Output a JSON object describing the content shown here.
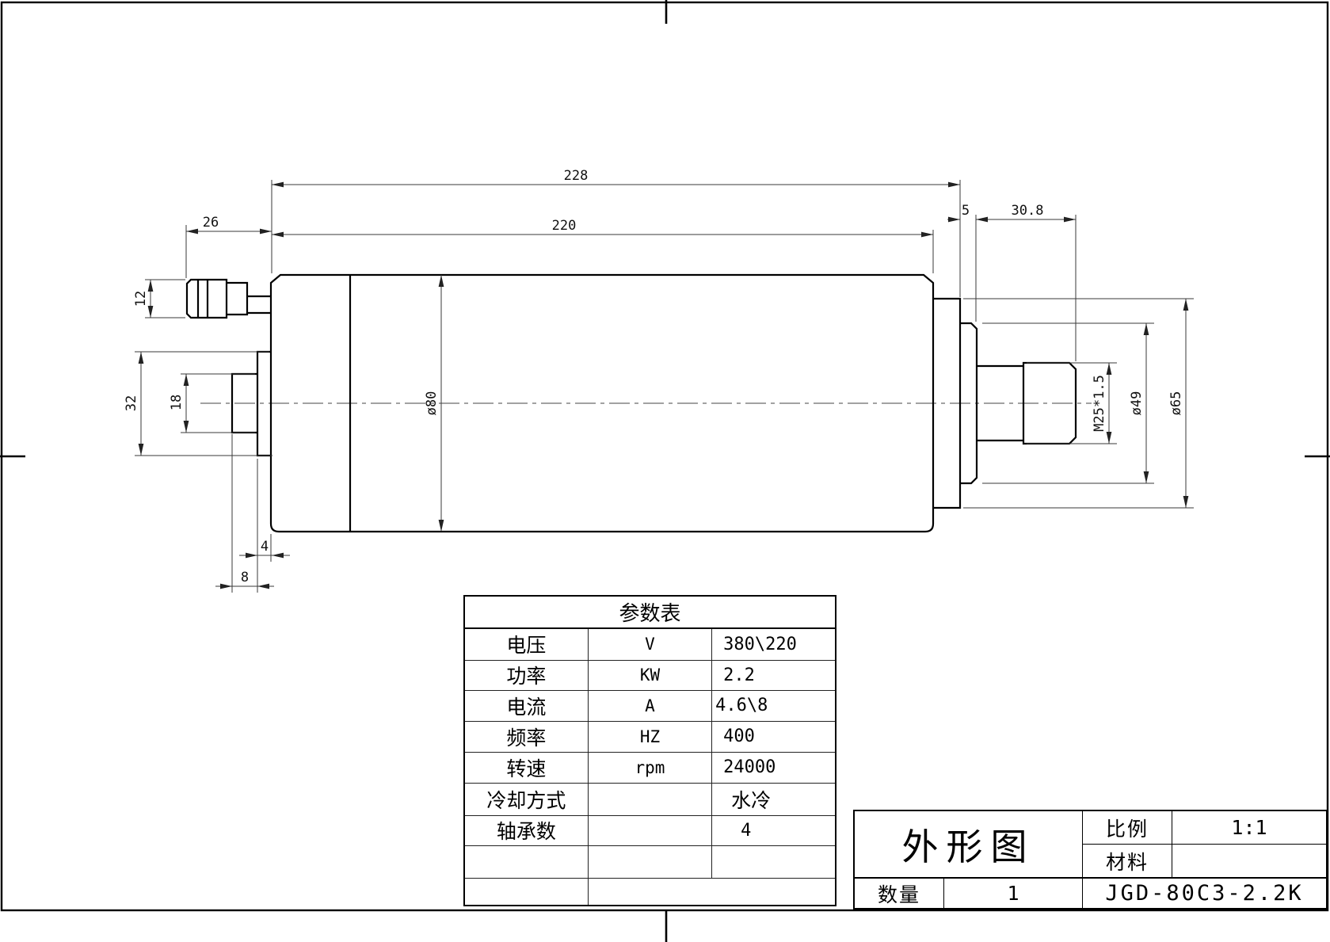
{
  "drawing": {
    "dimensions": {
      "total_length": "228",
      "body_length": "220",
      "fitting_length": "26",
      "nose_cap_width": "5",
      "nose_length": "30.8",
      "fitting_diameter": "12",
      "rear_boss_diameter": "32",
      "rear_shaft_diameter": "18",
      "body_diameter": "ø80",
      "boss_thickness": "4",
      "shaft_step_length": "8",
      "thread_spec": "M25*1.5",
      "nose_diameter": "ø49",
      "flange_diameter": "ø65"
    }
  },
  "param_table": {
    "title": "参数表",
    "rows": [
      {
        "name": "电压",
        "unit": "V",
        "value": "380\\220"
      },
      {
        "name": "功率",
        "unit": "KW",
        "value": "2.2"
      },
      {
        "name": "电流",
        "unit": "A",
        "value": "4.6\\8"
      },
      {
        "name": "频率",
        "unit": "HZ",
        "value": "400"
      },
      {
        "name": "转速",
        "unit": "rpm",
        "value": "24000"
      },
      {
        "name": "冷却方式",
        "unit": "",
        "value": "水冷"
      },
      {
        "name": "轴承数",
        "unit": "",
        "value": "4"
      }
    ]
  },
  "title_block": {
    "view_name": "外形图",
    "scale_label": "比例",
    "scale_value": "1:1",
    "material_label": "材料",
    "material_value": "",
    "quantity_label": "数量",
    "quantity_value": "1",
    "model": "JGD-80C3-2.2K"
  }
}
